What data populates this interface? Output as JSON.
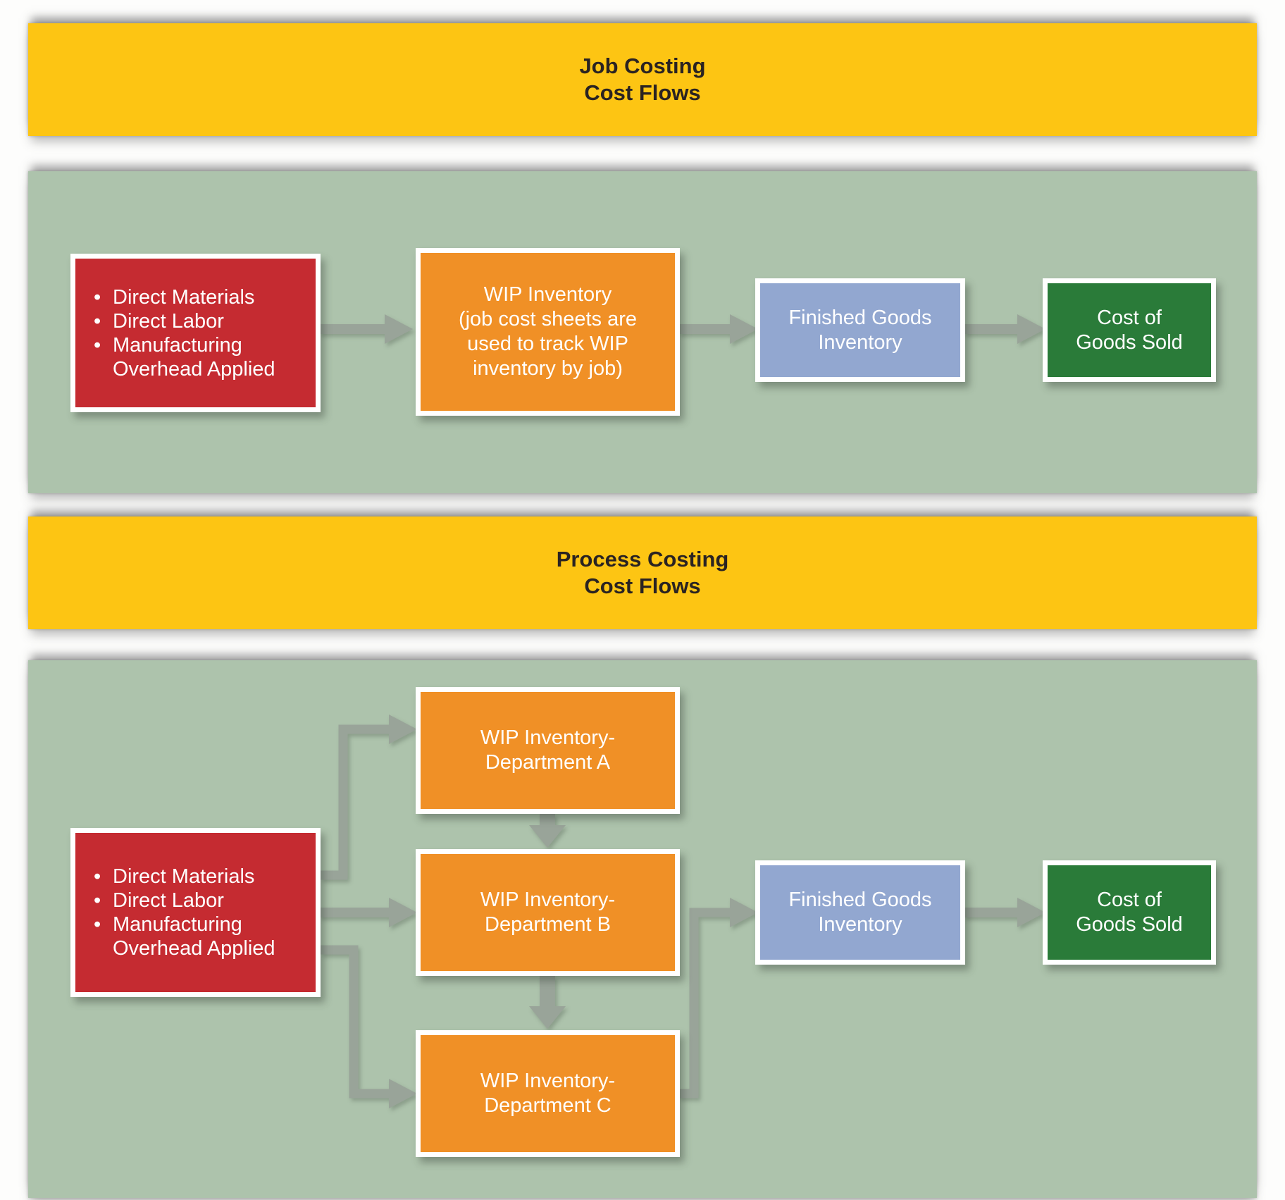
{
  "bullet_char": "•",
  "colors": {
    "banner_yellow": "#fdc513",
    "panel_green": "#adc3ac",
    "box_red": "#c52b31",
    "box_orange": "#f09026",
    "box_blue": "#92a7d0",
    "box_green": "#2a7b39",
    "arrow_gray": "#99a499",
    "banner_text": "#2a2322",
    "box_text": "#ffffff"
  },
  "job_costing": {
    "banner": {
      "line1": "Job Costing",
      "line2": "Cost Flows"
    },
    "inputs_box": {
      "items": [
        "Direct Materials",
        "Direct Labor",
        "Manufacturing Overhead Applied"
      ]
    },
    "wip_box": {
      "lines": [
        "WIP Inventory",
        "(job cost sheets are",
        "used to track WIP",
        "inventory by job)"
      ]
    },
    "finished_goods_box": {
      "lines": [
        "Finished Goods",
        "Inventory"
      ]
    },
    "cogs_box": {
      "lines": [
        "Cost of",
        "Goods Sold"
      ]
    }
  },
  "process_costing": {
    "banner": {
      "line1": "Process Costing",
      "line2": "Cost Flows"
    },
    "inputs_box": {
      "items": [
        "Direct Materials",
        "Direct Labor",
        "Manufacturing Overhead Applied"
      ]
    },
    "dept_a_box": {
      "lines": [
        "WIP Inventory-",
        "Department A"
      ]
    },
    "dept_b_box": {
      "lines": [
        "WIP Inventory-",
        "Department B"
      ]
    },
    "dept_c_box": {
      "lines": [
        "WIP Inventory-",
        "Department C"
      ]
    },
    "finished_goods_box": {
      "lines": [
        "Finished Goods",
        "Inventory"
      ]
    },
    "cogs_box": {
      "lines": [
        "Cost of",
        "Goods Sold"
      ]
    }
  }
}
